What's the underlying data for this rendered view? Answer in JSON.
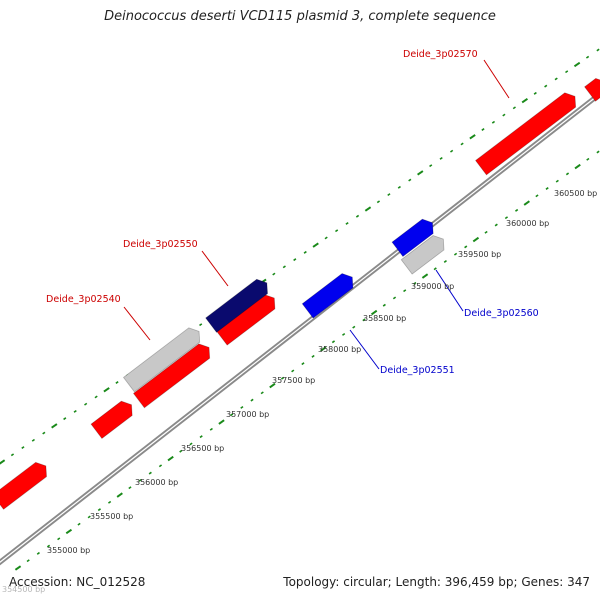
{
  "title": "Deinococcus deserti VCD115 plasmid 3, complete sequence",
  "footer": {
    "accession": "Accession: NC_012528",
    "summary": "Topology: circular; Length: 396,459 bp; Genes: 347"
  },
  "colors": {
    "forward_gene": "#ff0000",
    "reverse_gene": "#0000ee",
    "highlight_forward": "#0a0a6e",
    "other_feature": "#c8c8c8",
    "backbone": "#8a8a8a",
    "tick_marks": "#1a8a1a",
    "forward_label": "#cc0000",
    "reverse_label": "#0000cc"
  },
  "scale_labels": [
    "355000 bp",
    "355500 bp",
    "356000 bp",
    "356500 bp",
    "357000 bp",
    "357500 bp",
    "358000 bp",
    "358500 bp",
    "359000 bp",
    "359500 bp",
    "360000 bp",
    "360500 bp"
  ],
  "cut_label": "354500 bp",
  "gene_labels": [
    {
      "name": "Deide_3p02570",
      "strand": "forward"
    },
    {
      "name": "Deide_3p02550",
      "strand": "forward"
    },
    {
      "name": "Deide_3p02540",
      "strand": "forward"
    },
    {
      "name": "Deide_3p02560",
      "strand": "reverse"
    },
    {
      "name": "Deide_3p02551",
      "strand": "reverse"
    }
  ]
}
